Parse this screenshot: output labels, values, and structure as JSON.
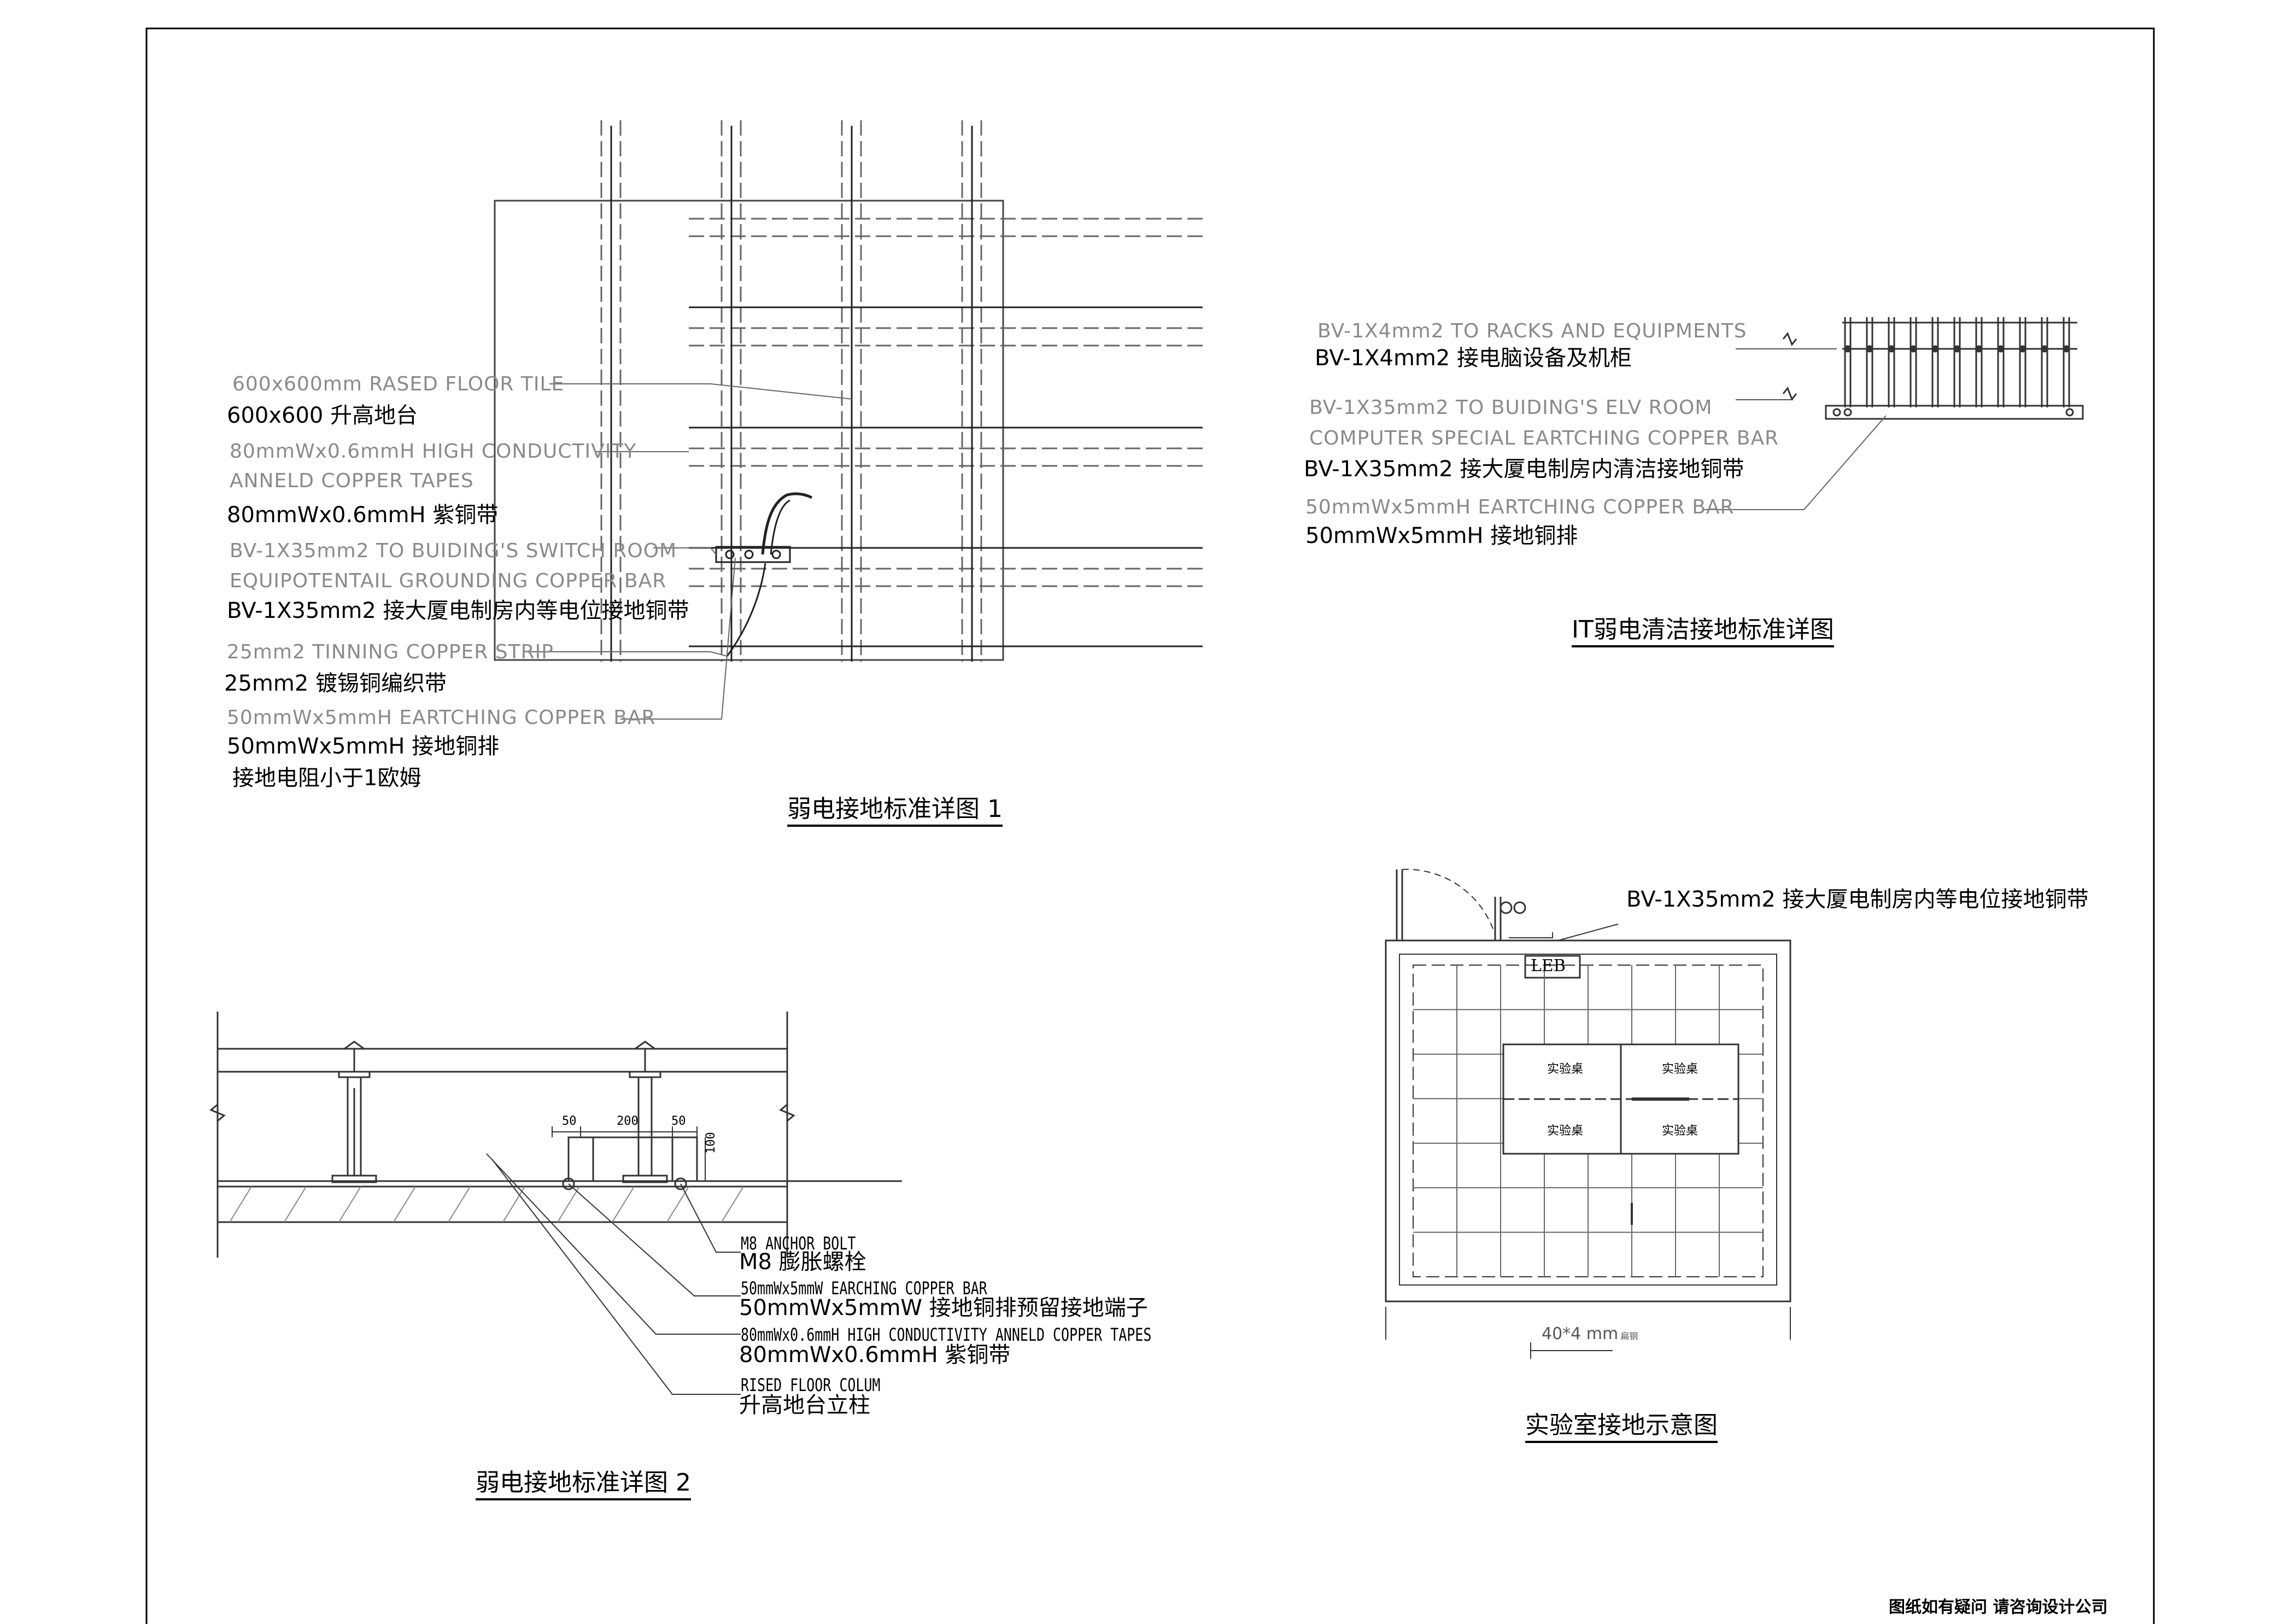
{
  "detail1": {
    "title": "弱电接地标准详图 1",
    "labels": {
      "tile_en": "600x600mm RASED FLOOR TILE",
      "tile_cn": "600x600 升高地台",
      "tape_en1": "80mmWx0.6mmH HIGH CONDUCTIVITY",
      "tape_en2": "ANNELD COPPER TAPES",
      "tape_cn": "80mmWx0.6mmH 紫铜带",
      "bv_en1": "BV-1X35mm2 TO BUIDING'S  SWITCH ROOM",
      "bv_en2": "EQUIPOTENTAIL GROUNDING COPPER BAR",
      "bv_cn": "BV-1X35mm2 接大厦电制房内等电位接地铜带",
      "strip_en": "25mm2 TINNING COPPER STRIP",
      "strip_cn": "25mm2 镀锡铜编织带",
      "bar_en": "50mmWx5mmH EARTCHING COPPER BAR",
      "bar_cn": "50mmWx5mmH 接地铜排",
      "resist_cn": "接地电阻小于1欧姆"
    }
  },
  "detail_it": {
    "title": "IT弱电清洁接地标准详图",
    "labels": {
      "racks_en": "BV-1X4mm2 TO RACKS AND EQUIPMENTS",
      "racks_cn": "BV-1X4mm2 接电脑设备及机柜",
      "elv_en1": "BV-1X35mm2 TO BUIDING'S ELV ROOM",
      "elv_en2": "COMPUTER SPECIAL EARTCHING COPPER BAR",
      "elv_cn": "BV-1X35mm2 接大厦电制房内清洁接地铜带",
      "bar_en": "50mmWx5mmH EARTCHING COPPER BAR",
      "bar_cn": "50mmWx5mmH 接地铜排"
    }
  },
  "detail2": {
    "title": "弱电接地标准详图 2",
    "dims": {
      "d1": "50",
      "d2": "200",
      "d3": "50",
      "d4": "100"
    },
    "labels": {
      "anchor_en": "M8 ANCHOR BOLT",
      "anchor_cn": "M8 膨胀螺栓",
      "bar_en": "50mmWx5mmW EARCHING COPPER BAR",
      "bar_cn": "50mmWx5mmW 接地铜排预留接地端子",
      "tape_en": "80mmWx0.6mmH HIGH CONDUCTIVITY ANNELD COPPER TAPES",
      "tape_cn": "80mmWx0.6mmH 紫铜带",
      "colum_en": "RISED FLOOR COLUM",
      "colum_cn": "升高地台立柱"
    }
  },
  "lab": {
    "title": "实验室接地示意图",
    "bv_cn": "BV-1X35mm2 接大厦电制房内等电位接地铜带",
    "leb": "LEB",
    "bench_labels": [
      "实验桌",
      "实验桌",
      "实验桌",
      "实验桌"
    ],
    "strip": "40*4 mm",
    "strip_suffix": "扁钢"
  },
  "footer": "图纸如有疑问 请咨询设计公司"
}
